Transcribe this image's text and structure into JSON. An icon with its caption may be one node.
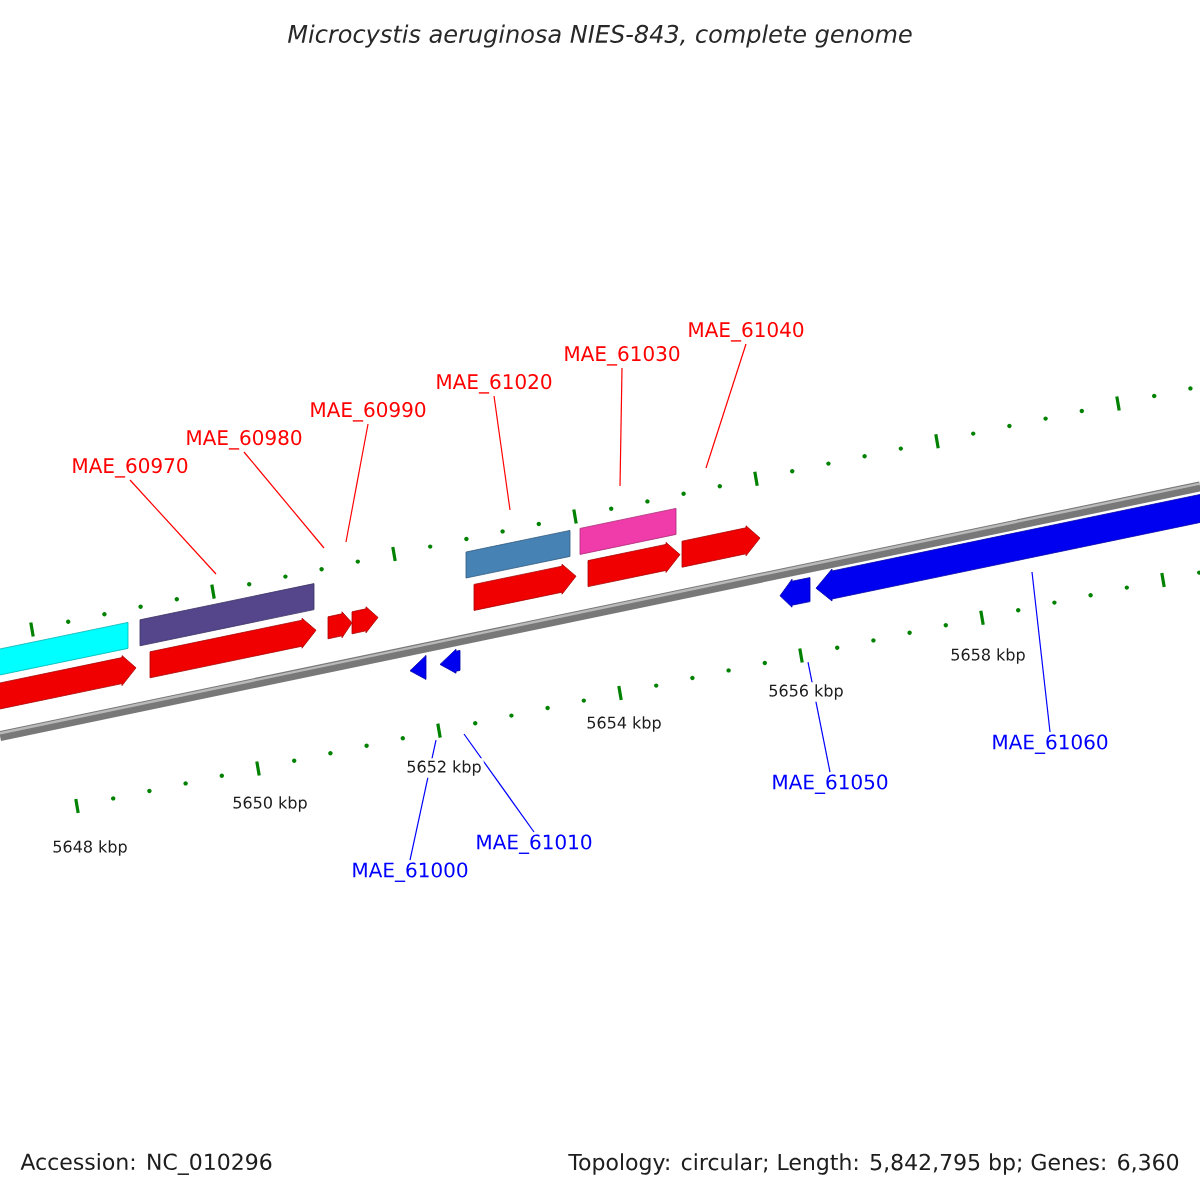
{
  "diagram": {
    "title": "Microcystis aeruginosa NIES-843, complete genome",
    "nodes": [
      {
        "text": [
          "MAE_60970"
        ]
      },
      {
        "text": [
          "MAE_60980"
        ]
      },
      {
        "text": [
          "MAE_60990"
        ]
      },
      {
        "text": [
          "MAE_61020"
        ]
      },
      {
        "text": [
          "MAE_61030"
        ]
      },
      {
        "text": [
          "MAE_61040"
        ]
      },
      {
        "text": [
          "MAE_61000"
        ]
      },
      {
        "text": [
          "MAE_61010"
        ]
      },
      {
        "text": [
          "MAE_61050"
        ]
      },
      {
        "text": [
          "MAE_61060"
        ]
      }
    ],
    "edges": [
      {
        "from": 0,
        "to": null,
        "arrow": "none"
      },
      {
        "from": 1,
        "to": null,
        "arrow": "none"
      },
      {
        "from": 2,
        "to": null,
        "arrow": "none"
      },
      {
        "from": 3,
        "to": null,
        "arrow": "none"
      },
      {
        "from": 4,
        "to": null,
        "arrow": "none"
      },
      {
        "from": 5,
        "to": null,
        "arrow": "none"
      },
      {
        "from": 6,
        "to": null,
        "arrow": "none",
        "color": "#0000ff"
      },
      {
        "from": 7,
        "to": null,
        "arrow": "none",
        "color": "#0000ff"
      },
      {
        "from": 8,
        "to": null,
        "arrow": "none",
        "color": "#0000ff"
      },
      {
        "from": 9,
        "to": null,
        "arrow": "none",
        "color": "#0000ff"
      }
    ],
    "labels": [
      "5658 kbp",
      "5656 kbp",
      "5654 kbp",
      "5652 kbp",
      "5650 kbp",
      "5648 kbp",
      "Accession: NC_010296",
      "Topology: circular; Length: 5,842,795 bp; Genes: 6,360"
    ]
  }
}
